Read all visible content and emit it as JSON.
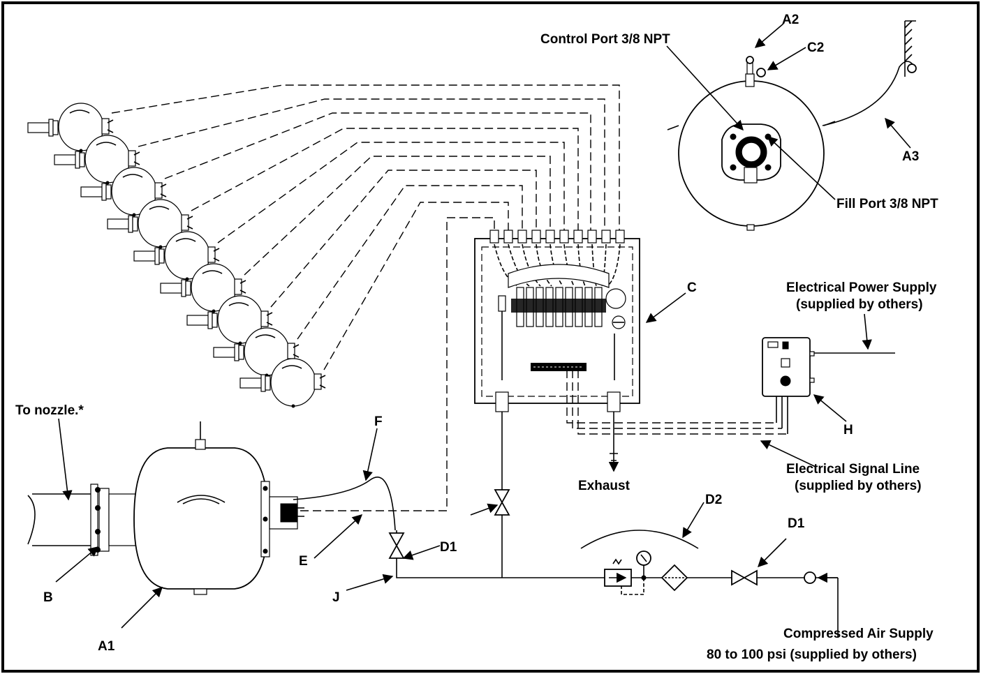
{
  "labels": {
    "control_port": "Control Port 3/8 NPT",
    "a2": "A2",
    "c2": "C2",
    "a3": "A3",
    "fill_port": "Fill Port 3/8 NPT",
    "c": "C",
    "power_supply_line1": "Electrical Power Supply",
    "power_supply_line2": "(supplied by others)",
    "h": "H",
    "signal_line_line1": "Electrical Signal Line",
    "signal_line_line2": "(supplied by others)",
    "to_nozzle": "To nozzle.*",
    "f": "F",
    "exhaust": "Exhaust",
    "d2": "D2",
    "d1_left": "D1",
    "d1_right": "D1",
    "e": "E",
    "b": "B",
    "j": "J",
    "a1": "A1",
    "air_supply_line1": "Compressed Air Supply",
    "air_supply_line2": "80 to 100 psi (supplied by others)"
  },
  "colors": {
    "line": "#000000",
    "background": "#ffffff"
  },
  "icons": [
    "air-cannon-tank-icon",
    "control-panel-icon",
    "electrical-box-icon",
    "valve-icon",
    "filter-regulator-icon",
    "pressure-gauge-icon"
  ]
}
